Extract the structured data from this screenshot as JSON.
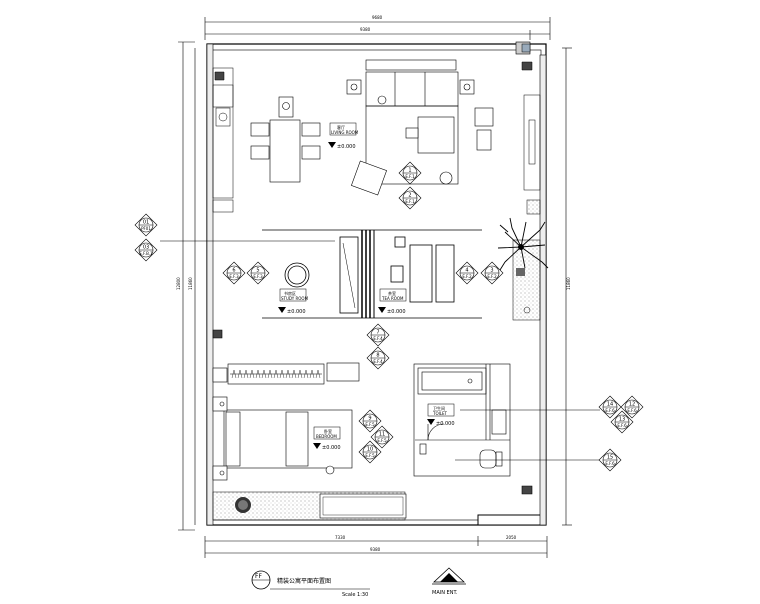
{
  "rooms": {
    "living": {
      "name": "客厅",
      "sub": "LIVING ROOM",
      "level": "±0.000"
    },
    "study": {
      "name": "书房区",
      "sub": "STUDY ROOM",
      "level": "±0.000"
    },
    "tea": {
      "name": "茶室",
      "sub": "TEA ROOM",
      "level": "±0.000"
    },
    "bedroom": {
      "name": "卧室",
      "sub": "BEDROOM",
      "level": "±0.000"
    },
    "toilet": {
      "name": "卫生间",
      "sub": "TOILET",
      "level": "±0.000"
    }
  },
  "markers": {
    "m1": {
      "num": "1",
      "ref": "E.F.1"
    },
    "m2": {
      "num": "2",
      "ref": "E.F.1"
    },
    "m3": {
      "num": "3",
      "ref": "E.F.2"
    },
    "m4": {
      "num": "4",
      "ref": "E.F.2"
    },
    "m5": {
      "num": "5",
      "ref": "E.F.3"
    },
    "m6": {
      "num": "6",
      "ref": "E.F.3"
    },
    "m7": {
      "num": "7",
      "ref": "E.F.4"
    },
    "m8": {
      "num": "8",
      "ref": "E.F.4"
    },
    "m9": {
      "num": "9",
      "ref": "E.F.5"
    },
    "m10": {
      "num": "10",
      "ref": "E.F.5"
    },
    "m11": {
      "num": "11",
      "ref": "E.F.5"
    },
    "m12": {
      "num": "12",
      "ref": "E.F.6"
    },
    "m13": {
      "num": "13",
      "ref": "E.F.6"
    },
    "m14": {
      "num": "14",
      "ref": "E.F.6"
    },
    "m15": {
      "num": "15",
      "ref": "E.F.6"
    },
    "m01": {
      "num": "01",
      "ref": "PF01"
    },
    "m03": {
      "num": "03",
      "ref": "E.F.B.1"
    }
  },
  "dimensions": {
    "top_total": "9680",
    "top_sub": "9380",
    "left_total": "12800",
    "left_inner": "11860",
    "right_inner": "11860",
    "bottom_a": "7330",
    "bottom_b": "2050",
    "bottom_total": "9380"
  },
  "title_block": {
    "symbol": "FF",
    "title": "精装公寓平面布置图",
    "scale": "Scale 1:30"
  },
  "entry": {
    "label": "MAIN ENT."
  }
}
